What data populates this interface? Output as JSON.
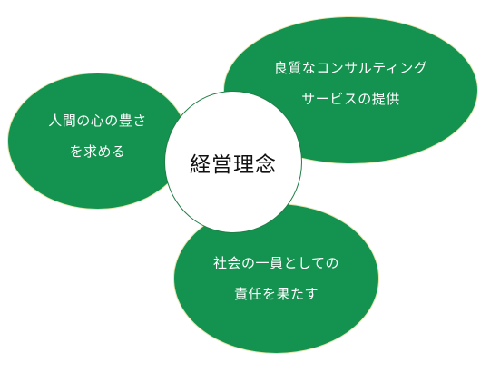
{
  "diagram": {
    "center": {
      "label": "経営理念"
    },
    "nodes": [
      {
        "line1": "良質なコンサルティング",
        "line2": "サービスの提供"
      },
      {
        "line1": "人間の心の豊さ",
        "line2": "を求める"
      },
      {
        "line1": "社会の一員としての",
        "line2": "責任を果たす"
      }
    ],
    "colors": {
      "node_fill": "#14924f",
      "center_fill": "#ffffff",
      "center_border": "#1f7f46",
      "node_text": "#ffffff",
      "center_text": "#111111"
    }
  }
}
